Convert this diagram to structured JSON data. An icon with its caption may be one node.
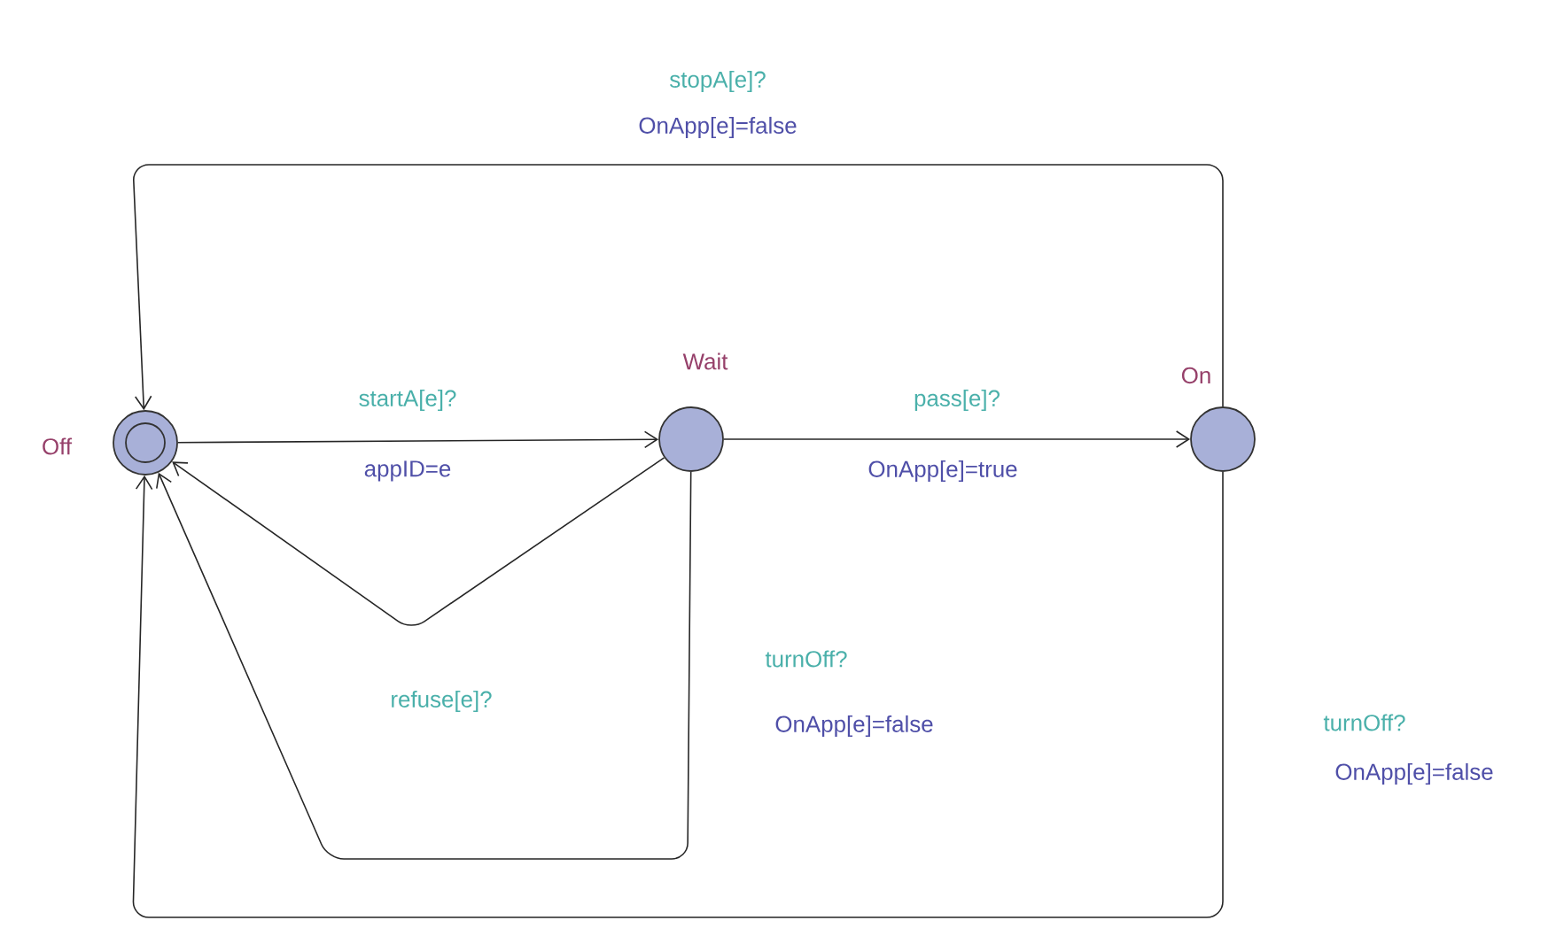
{
  "diagram": {
    "nodes": [
      {
        "text": [],
        "shape": "circle",
        "beside": [
          "Off"
        ]
      },
      {
        "text": [],
        "shape": "circle",
        "beside": [
          "Wait"
        ]
      },
      {
        "text": [],
        "shape": "circle",
        "beside": [
          "On"
        ]
      }
    ],
    "edges": [
      {
        "from": 0,
        "to": 1,
        "arrow": "to",
        "label": "startA[e]?"
      },
      {
        "from": 1,
        "to": 2,
        "arrow": "to",
        "label": "pass[e]?"
      },
      {
        "from": 2,
        "to": 0,
        "arrow": "to",
        "label": "stopA[e]?"
      },
      {
        "from": 1,
        "to": 0,
        "arrow": "to",
        "label": "refuse[e]?"
      },
      {
        "from": 1,
        "to": 0,
        "arrow": "to",
        "label": "turnOff?"
      },
      {
        "from": 2,
        "to": 0,
        "arrow": "to",
        "label": "turnOff?"
      }
    ],
    "labels": [
      "OnApp[e]=false",
      "appID=e",
      "OnApp[e]=true",
      "OnApp[e]=false",
      "OnApp[e]=false"
    ]
  }
}
